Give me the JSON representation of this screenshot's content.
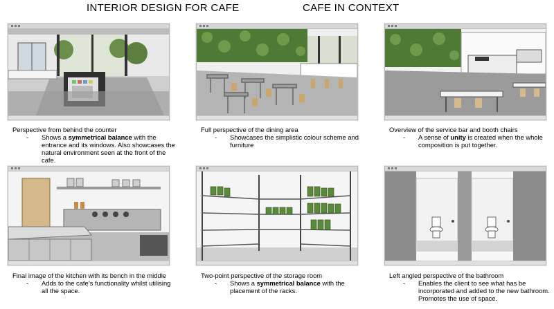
{
  "headers": {
    "left": "INTERIOR DESIGN FOR CAFE",
    "right": "CAFE IN CONTEXT"
  },
  "panels": [
    {
      "title": "Perspective from behind the counter",
      "bullet_pre": "Shows a ",
      "bullet_bold": "symmetrical balance",
      "bullet_post": " with the entrance and its windows. Also showcases the natural environment seen at the front of the cafe."
    },
    {
      "title": "Full perspective of the dining area",
      "bullet_pre": "Showcases the simplistic colour scheme and furniture",
      "bullet_bold": "",
      "bullet_post": ""
    },
    {
      "title": "Overview of the service bar and booth chairs",
      "bullet_pre": "A sense of ",
      "bullet_bold": "unity",
      "bullet_post": " is created when the whole composition is put together."
    },
    {
      "title": "Final image of the kitchen with its bench in the middle",
      "bullet_pre": "Adds to the cafe’s functionality whilst utilising all the space.",
      "bullet_bold": "",
      "bullet_post": ""
    },
    {
      "title": "Two-point perspective of the storage room",
      "bullet_pre": "Shows a ",
      "bullet_bold": "symmetrical balance",
      "bullet_post": " with the placement of the racks."
    },
    {
      "title": "Left angled perspective of the bathroom",
      "bullet_pre": "Enables the client to see what has be incorporated and added to the new bathroom. Promotes the use of space.",
      "bullet_bold": "",
      "bullet_post": ""
    }
  ],
  "dash": "-",
  "colors": {
    "foliage": "#4f7a35",
    "floor": "#8c8c8c",
    "steel": "#c9c9c9",
    "crate": "#5a8a3a",
    "wood": "#d6b98a"
  }
}
